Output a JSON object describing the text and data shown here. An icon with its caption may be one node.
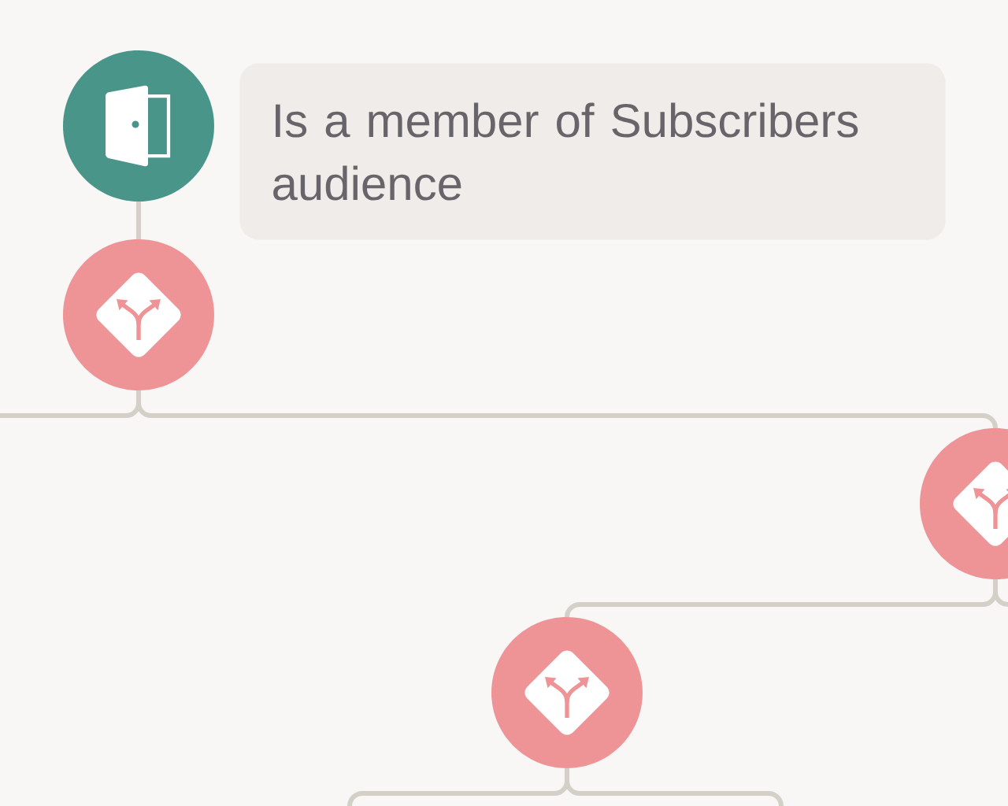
{
  "diagram": {
    "nodes": [
      {
        "text": [],
        "shape": "circle"
      },
      {
        "text": [
          "Is a member of Subscribers audience"
        ]
      },
      {
        "text": [],
        "shape": "circle"
      },
      {
        "text": [],
        "shape": "circle"
      },
      {
        "text": [],
        "shape": "circle"
      }
    ],
    "edges": [
      {
        "from": 0,
        "to": 2,
        "arrow": "none"
      },
      {
        "from": 2,
        "to": null,
        "arrow": "none"
      },
      {
        "from": 2,
        "to": 3,
        "arrow": "none"
      },
      {
        "from": 3,
        "to": 4,
        "arrow": "none"
      },
      {
        "from": 3,
        "to": null,
        "arrow": "none"
      },
      {
        "from": 4,
        "to": null,
        "arrow": "none"
      },
      {
        "from": 4,
        "to": null,
        "arrow": "none"
      }
    ]
  }
}
